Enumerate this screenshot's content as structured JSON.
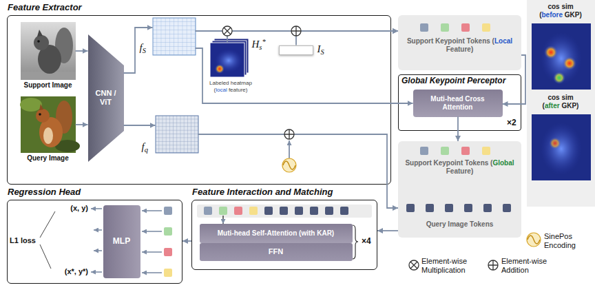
{
  "diagram": {
    "nodes": [
      {
        "text": [
          "Feature Extractor"
        ]
      },
      {
        "text": [
          "Support Image"
        ],
        "in": 0
      },
      {
        "text": [
          "Query Image"
        ],
        "in": 0
      },
      {
        "text": [
          "CNN / ViT"
        ],
        "in": 0
      },
      {
        "text": [
          "fS"
        ],
        "in": 0
      },
      {
        "text": [
          "fq"
        ],
        "in": 0
      },
      {
        "text": [
          "Hs*"
        ],
        "in": 0
      },
      {
        "text": [
          "IS"
        ],
        "in": 0
      },
      {
        "text": [
          "Support Keypoint Tokens (Local Feature)"
        ]
      },
      {
        "text": [
          "Global Keypoint Perceptor"
        ]
      },
      {
        "text": [
          "Muti-head Cross Attention"
        ],
        "in": 9
      },
      {
        "text": [
          "Support Keypoint Tokens (Global Feature)",
          "Query Image Tokens"
        ]
      },
      {
        "text": [
          "cos sim (before GKP)",
          "cos sim (after GKP)"
        ]
      },
      {
        "text": [
          "Feature Interaction and Matching"
        ]
      },
      {
        "text": [
          "Muti-head Self-Attention (with KAR)"
        ],
        "in": 13
      },
      {
        "text": [
          "FFN"
        ],
        "in": 13
      },
      {
        "text": [
          "Regression Head"
        ]
      },
      {
        "text": [
          "MLP"
        ],
        "in": 16
      }
    ],
    "edges": [
      {
        "from": 1,
        "to": 3,
        "arrow": "to"
      },
      {
        "from": 2,
        "to": 3,
        "arrow": "to"
      },
      {
        "from": 3,
        "to": 4,
        "arrow": "to"
      },
      {
        "from": 3,
        "to": 5,
        "arrow": "to"
      },
      {
        "from": 4,
        "to": 8,
        "arrow": "to"
      },
      {
        "from": 6,
        "to": 8,
        "arrow": "to"
      },
      {
        "from": 7,
        "to": 8,
        "arrow": "to"
      },
      {
        "from": 4,
        "to": 10,
        "arrow": "to"
      },
      {
        "from": 8,
        "to": 10,
        "arrow": "to"
      },
      {
        "from": 10,
        "to": 11,
        "arrow": "to"
      },
      {
        "from": 5,
        "to": 11,
        "arrow": "to"
      },
      {
        "from": 11,
        "to": 13,
        "arrow": "to"
      },
      {
        "from": 13,
        "to": 16,
        "arrow": "to"
      }
    ],
    "labels": [
      "Labeled heatmap (local feature)",
      "×2",
      "×4",
      "(x, y)",
      "(x*, y*)",
      "L1 loss"
    ],
    "legend": [
      {
        "text": "SinePos Encoding"
      },
      {
        "text": "Element-wise Multiplication"
      },
      {
        "text": "Element-wise Addition"
      }
    ]
  }
}
